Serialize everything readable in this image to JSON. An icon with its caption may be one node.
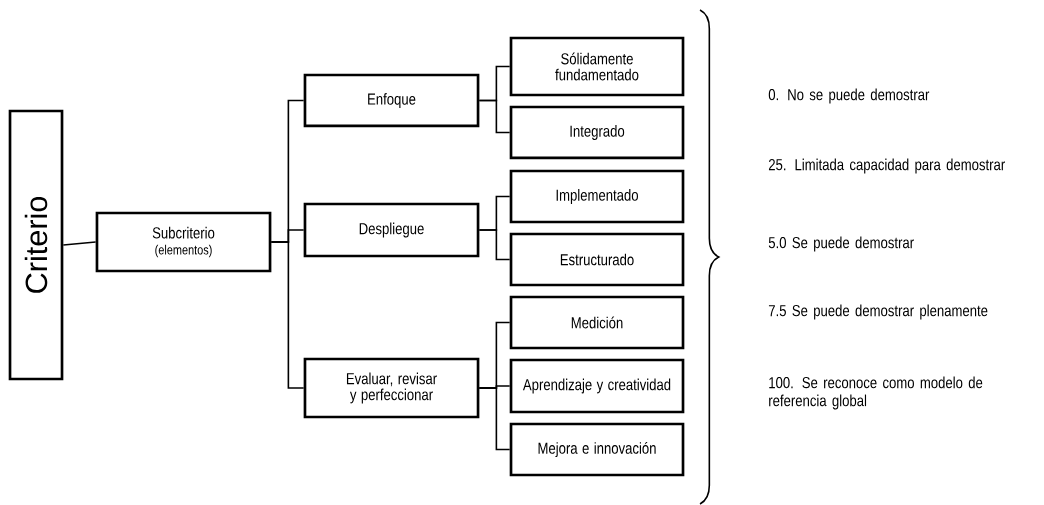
{
  "diagram": {
    "nodes": [
      {
        "text": [
          "Criterio"
        ]
      },
      {
        "text": [
          "Subcriterio",
          "(elementos)"
        ]
      },
      {
        "text": [
          "Enfoque"
        ]
      },
      {
        "text": [
          "Despliegue"
        ]
      },
      {
        "text": [
          "Evaluar, revisar y perfeccionar"
        ]
      },
      {
        "text": [
          "Sólidamente fundamentado"
        ]
      },
      {
        "text": [
          "Integrado"
        ]
      },
      {
        "text": [
          "Implementado"
        ]
      },
      {
        "text": [
          "Estructurado"
        ]
      },
      {
        "text": [
          "Medición"
        ]
      },
      {
        "text": [
          "Aprendizaje y creatividad"
        ]
      },
      {
        "text": [
          "Mejora e innovación"
        ]
      }
    ],
    "edges": [
      {
        "from": 0,
        "to": 1,
        "arrow": "none"
      },
      {
        "from": 1,
        "to": 2,
        "arrow": "none"
      },
      {
        "from": 1,
        "to": 3,
        "arrow": "none"
      },
      {
        "from": 1,
        "to": 4,
        "arrow": "none"
      },
      {
        "from": 2,
        "to": 5,
        "arrow": "none"
      },
      {
        "from": 2,
        "to": 6,
        "arrow": "none"
      },
      {
        "from": 3,
        "to": 7,
        "arrow": "none"
      },
      {
        "from": 3,
        "to": 8,
        "arrow": "none"
      },
      {
        "from": 4,
        "to": 9,
        "arrow": "none"
      },
      {
        "from": 4,
        "to": 10,
        "arrow": "none"
      },
      {
        "from": 4,
        "to": 11,
        "arrow": "none"
      }
    ],
    "labels": [
      "0. No se puede demostrar",
      "25. Limitada capacidad para demostrar",
      "5.0 Se puede demostrar",
      "7.5 Se puede demostrar plenamente",
      "100. Se reconoce como modelo de referencia global"
    ]
  }
}
